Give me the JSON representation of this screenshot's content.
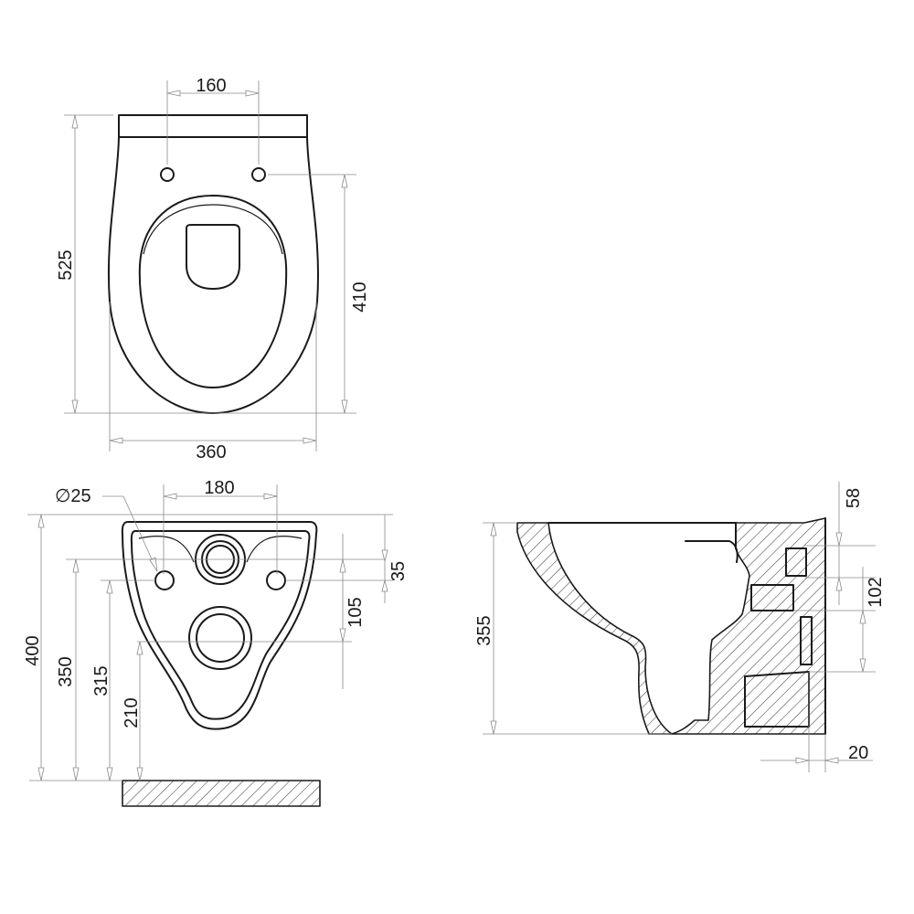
{
  "top_view": {
    "hole_spacing": "160",
    "total_length": "525",
    "hole_to_front": "410",
    "width": "360"
  },
  "rear_view": {
    "pipe_diameter": "∅25",
    "outlet_width": "180",
    "top_to_holes": "35",
    "holes_to_outlet": "105",
    "total_height": "400",
    "holes_height": "350",
    "inlet_height": "315",
    "outlet_height": "210"
  },
  "side_view": {
    "height": "355",
    "top_offset": "58",
    "inlet_drop": "102",
    "wall_gap": "20"
  }
}
